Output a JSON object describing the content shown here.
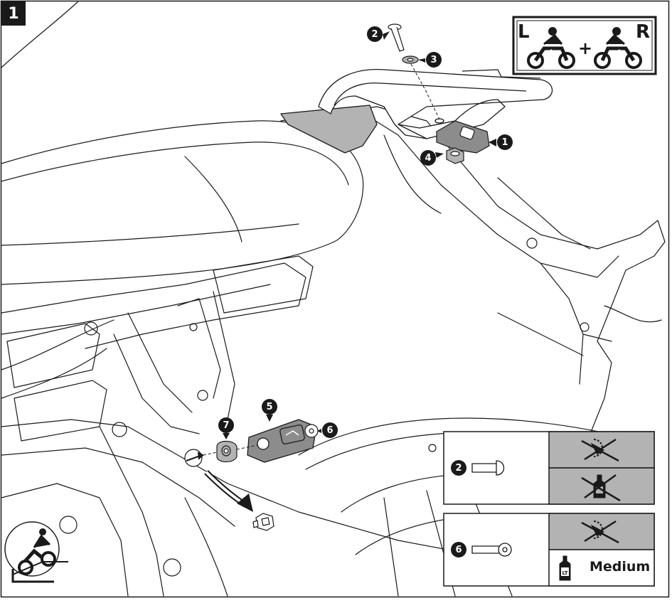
{
  "step": {
    "number": "1"
  },
  "side_indicator": {
    "left": "L",
    "right": "R",
    "plus": "+"
  },
  "callouts": [
    {
      "id": "c1",
      "label": "1"
    },
    {
      "id": "c2",
      "label": "2"
    },
    {
      "id": "c3",
      "label": "3"
    },
    {
      "id": "c4",
      "label": "4"
    },
    {
      "id": "c5",
      "label": "5"
    },
    {
      "id": "c6",
      "label": "6"
    },
    {
      "id": "c7",
      "label": "7"
    }
  ],
  "spec_tables": [
    {
      "part_label": "2",
      "threadlock": ""
    },
    {
      "part_label": "6",
      "threadlock": "Medium"
    }
  ],
  "colors": {
    "ink": "#1a1a1a",
    "panel_gray": "#b3b3b3",
    "part_gray": "#8c8c8c"
  },
  "icons": [
    "motorcycle-left-icon",
    "motorcycle-right-icon",
    "no-torque-icon",
    "no-threadlock-icon",
    "threadlock-bottle-icon",
    "bolt-icon",
    "view-direction-icon"
  ]
}
